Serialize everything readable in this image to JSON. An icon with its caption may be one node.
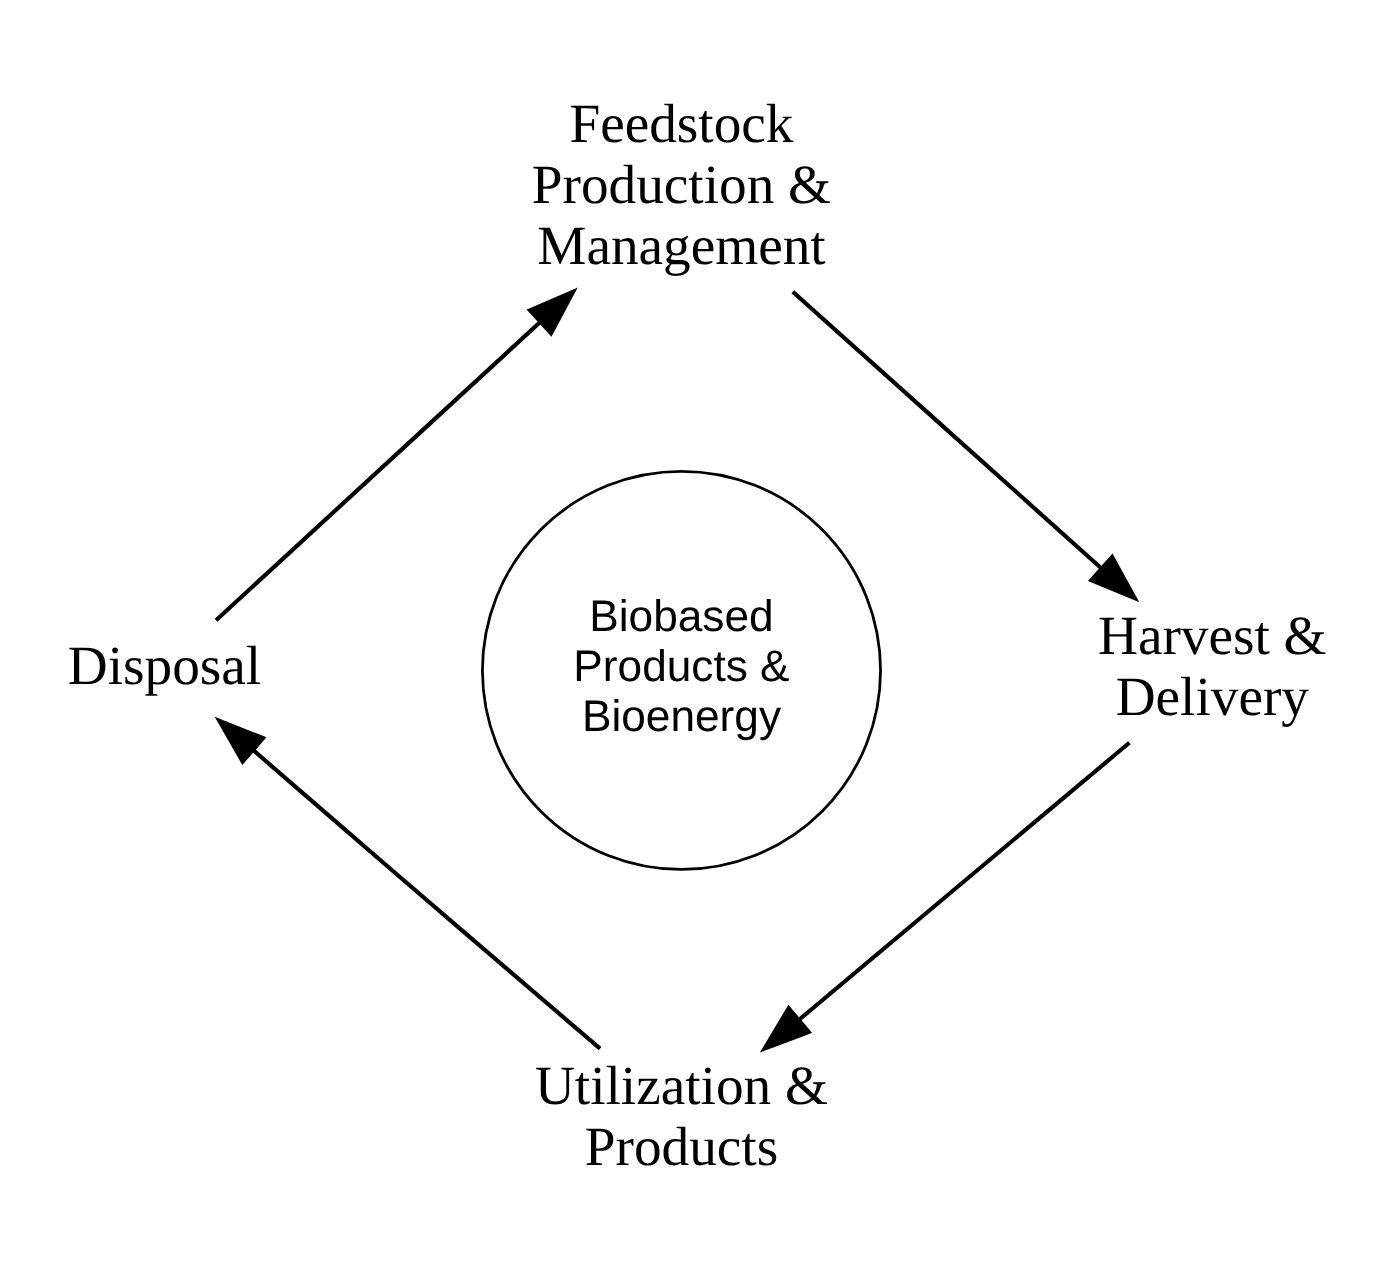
{
  "diagram": {
    "nodes": [
      {
        "text": [
          "Feedstock Production & Management"
        ]
      },
      {
        "text": [
          "Harvest & Delivery"
        ]
      },
      {
        "text": [
          "Utilization & Products"
        ]
      },
      {
        "text": [
          "Disposal"
        ]
      },
      {
        "text": [
          "Biobased Products & Bioenergy"
        ]
      }
    ],
    "edges": [
      {
        "from": 0,
        "to": 1,
        "arrow": "to"
      },
      {
        "from": 1,
        "to": 2,
        "arrow": "to"
      },
      {
        "from": 2,
        "to": 3,
        "arrow": "to"
      },
      {
        "from": 3,
        "to": 0,
        "arrow": "to"
      }
    ]
  }
}
